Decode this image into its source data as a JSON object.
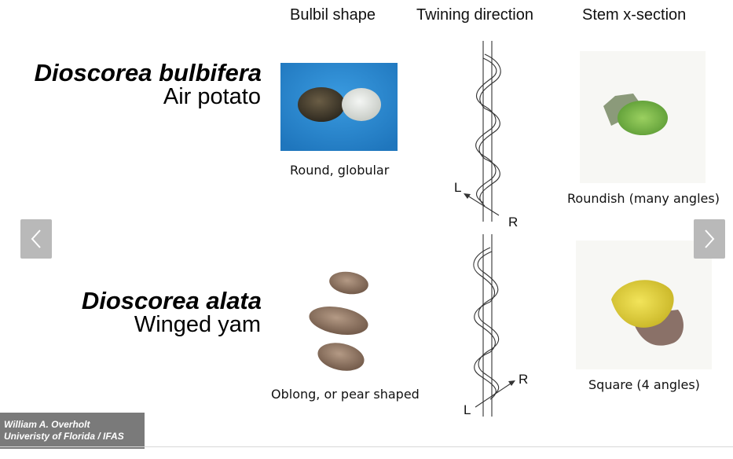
{
  "headers": {
    "bulbil": "Bulbil shape",
    "twining": "Twining direction",
    "stem": "Stem x-section"
  },
  "species": [
    {
      "scientific": "Dioscorea bulbifera",
      "common": "Air potato",
      "bulbil_caption": "Round, globular",
      "stem_caption": "Roundish (many angles)",
      "twine_left": "L",
      "twine_right": "R"
    },
    {
      "scientific": "Dioscorea alata",
      "common": "Winged yam",
      "bulbil_caption": "Oblong, or pear shaped",
      "stem_caption": "Square (4 angles)",
      "twine_left": "L",
      "twine_right": "R"
    }
  ],
  "nav": {
    "prev_icon": "chevron-left-icon",
    "next_icon": "chevron-right-icon"
  },
  "credit": {
    "line1": "William A. Overholt",
    "line2": "Univeristy of Florida / IFAS"
  },
  "colors": {
    "nav_bg": "#b9b9b9",
    "credit_bg": "#7a7a7a",
    "photo_blue": "#2f8fd6",
    "stem_green": "#79b84a",
    "stem_yellow": "#e3d33a"
  }
}
